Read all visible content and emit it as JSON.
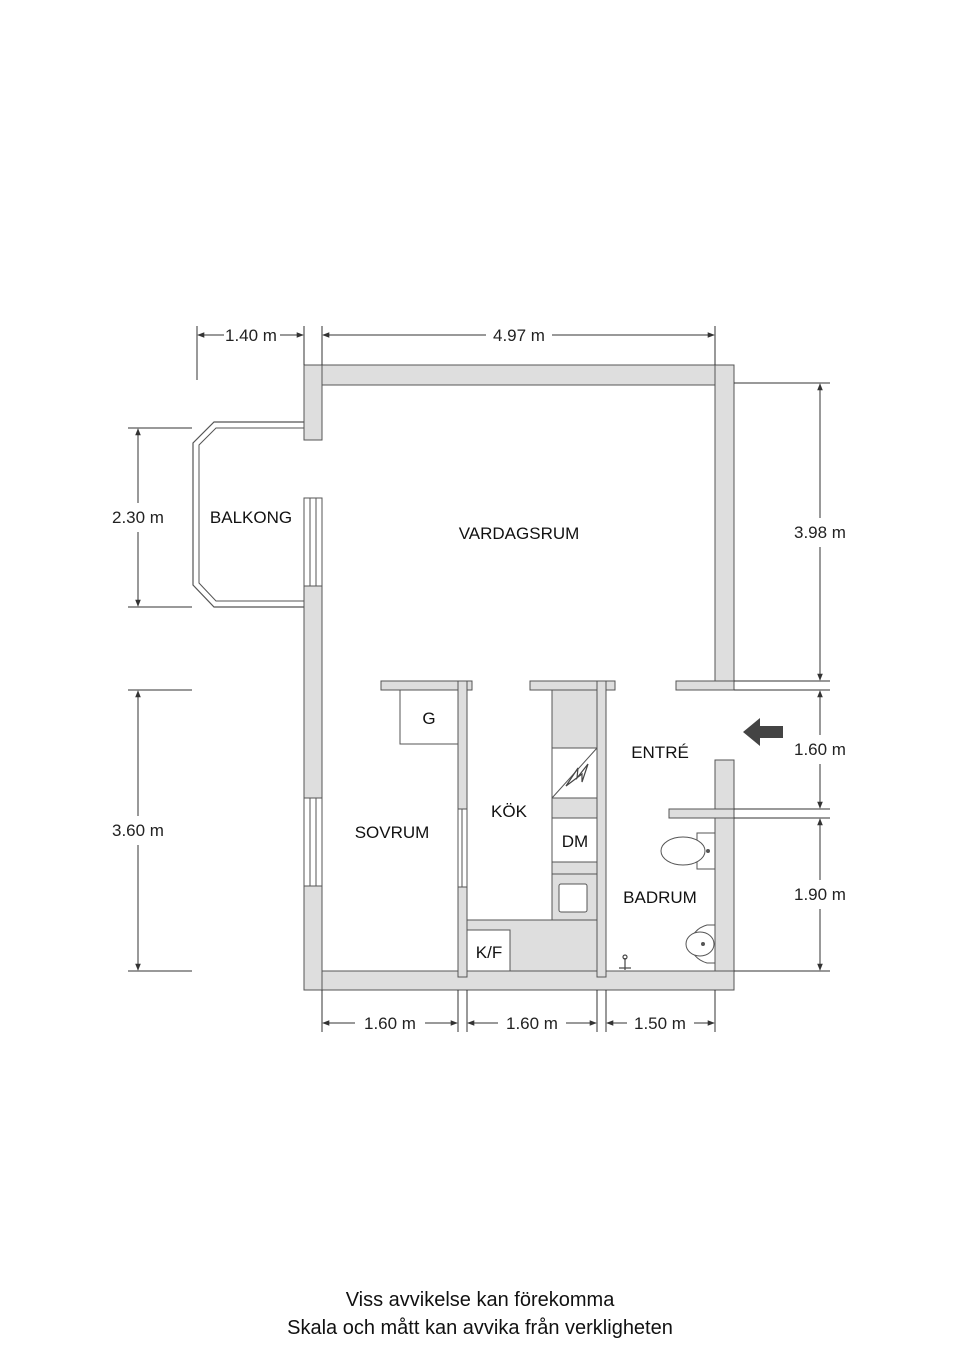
{
  "colors": {
    "wall": "#dedede",
    "outline": "#555555",
    "dim_line": "#333333",
    "arrow": "#444444"
  },
  "rooms": {
    "vardagsrum": "VARDAGSRUM",
    "balkong": "BALKONG",
    "sovrum": "SOVRUM",
    "kok": "KÖK",
    "entre": "ENTRÉ",
    "badrum": "BADRUM",
    "garderob": "G",
    "diskmaskin": "DM",
    "kyl_frys": "K/F"
  },
  "dimensions": {
    "top_balcony_width": "1.40 m",
    "top_total_width": "4.97 m",
    "left_balcony_height": "2.30 m",
    "left_sovrum_height": "3.60 m",
    "right_vardagsrum_height": "3.98 m",
    "right_entre_height": "1.60 m",
    "right_badrum_height": "1.90 m",
    "bottom_sovrum_width": "1.60 m",
    "bottom_kok_width": "1.60 m",
    "bottom_badrum_width": "1.50 m"
  },
  "icons": {
    "entrance": "entrance-arrow-icon",
    "stove": "stove-icon",
    "sink": "sink-icon",
    "toilet": "toilet-icon",
    "floor_drain": "floor-drain-icon"
  },
  "footer": {
    "line1": "Viss avvikelse kan förekomma",
    "line2": "Skala och mått kan avvika från verkligheten"
  }
}
